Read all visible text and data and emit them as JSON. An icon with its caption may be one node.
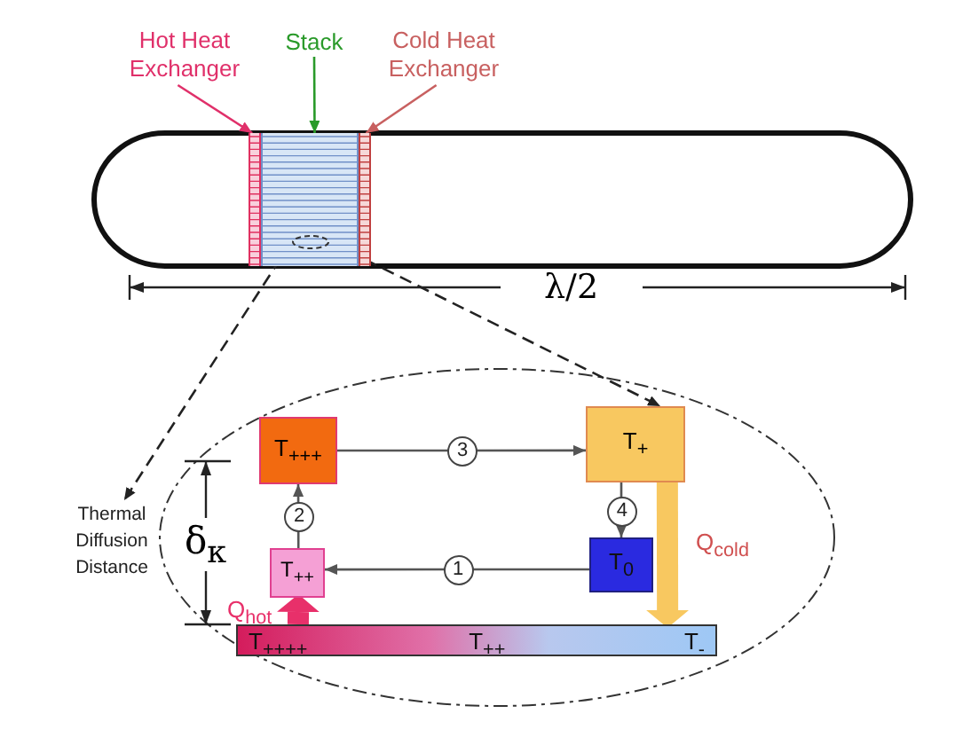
{
  "diagram": {
    "nodes": [
      {
        "text": [
          "Hot Heat Exchanger"
        ]
      },
      {
        "text": [
          "Stack"
        ]
      },
      {
        "text": [
          "Cold Heat Exchanger"
        ]
      },
      {
        "text": [],
        "shape": "bar"
      },
      {
        "text": [],
        "shape": "box"
      },
      {
        "text": [],
        "shape": "bar"
      },
      {
        "text": [],
        "shape": "ellipse",
        "in": 4
      },
      {
        "text": [
          "Thermal Diffusion Distance"
        ]
      },
      {
        "text": [
          "T$_{+++}$"
        ]
      },
      {
        "text": [
          "T$_{+}$"
        ]
      },
      {
        "text": [
          "T$_{++}$"
        ]
      },
      {
        "text": [
          "T$_{0}$"
        ]
      },
      {
        "text": [
          "T$_{++++}$",
          "T$_{++}$",
          "T$_{-}$"
        ]
      }
    ],
    "edges": [
      {
        "from": 0,
        "to": 3,
        "arrow": "to",
        "color": "#e0306a"
      },
      {
        "from": 1,
        "to": 4,
        "arrow": "to",
        "color": "#2a9a2a"
      },
      {
        "from": 2,
        "to": 5,
        "arrow": "to",
        "color": "#c86060"
      },
      {
        "from": 6,
        "to": 7,
        "arrow": "to",
        "style": "dashed",
        "color": "#222222"
      },
      {
        "from": 6,
        "to": 9,
        "arrow": "to",
        "style": "dashed",
        "color": "#222222"
      },
      {
        "from": 8,
        "to": 9,
        "arrow": "to",
        "label": "3"
      },
      {
        "from": 11,
        "to": 10,
        "arrow": "to",
        "label": "1"
      },
      {
        "from": 10,
        "to": 8,
        "arrow": "to",
        "label": "2"
      },
      {
        "from": 9,
        "to": 11,
        "arrow": "to",
        "label": "4"
      },
      {
        "from": 12,
        "to": 10,
        "arrow": "to",
        "style": "thick",
        "color": "#e8306a",
        "label": "Q$_{hot}$"
      },
      {
        "from": 9,
        "to": 12,
        "arrow": "to",
        "style": "thick",
        "color": "#f8c860",
        "label": "Q$_{cold}$"
      }
    ],
    "labels": [
      "λ/2",
      "δ$_{κ}$"
    ]
  }
}
